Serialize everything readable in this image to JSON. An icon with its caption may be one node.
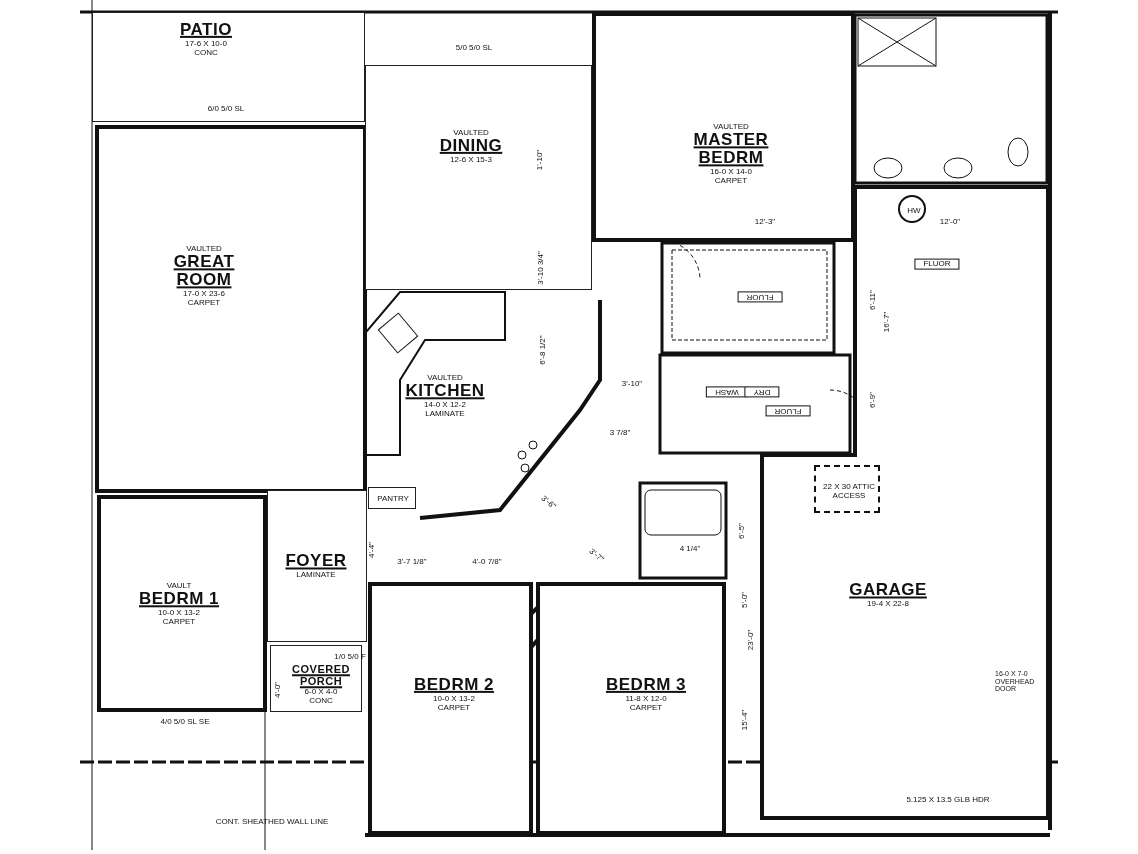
{
  "diagram": {
    "nodes": [
      {
        "text": [
          "PATIO",
          "17-6 X 10-0",
          "CONC"
        ]
      },
      {
        "text": [
          "VAULTED",
          "GREAT ROOM",
          "17-0 X 23-6",
          "CARPET"
        ]
      },
      {
        "text": [
          "VAULTED",
          "DINING",
          "12-6 X 15-3"
        ]
      },
      {
        "text": [
          "VAULTED",
          "MASTER BEDRM",
          "16-0 X 14-0",
          "CARPET"
        ]
      },
      {
        "text": [
          "VAULTED",
          "KITCHEN",
          "14-0 X 12-2",
          "LAMINATE"
        ]
      },
      {
        "text": [
          "PANTRY"
        ],
        "in": 4
      },
      {
        "text": [
          "FOYER",
          "LAMINATE"
        ]
      },
      {
        "text": [
          "VAULT",
          "BEDRM 1",
          "10-0 X 13-2",
          "CARPET"
        ]
      },
      {
        "text": [
          "COVERED PORCH",
          "6-0 X 4-0",
          "CONC"
        ]
      },
      {
        "text": [
          "BEDRM 2",
          "10-0 X 13-2",
          "CARPET"
        ]
      },
      {
        "text": [
          "BEDRM 3",
          "11-8 X 12-0",
          "CARPET"
        ]
      },
      {
        "text": [
          "GARAGE",
          "19-4 X 22-8"
        ]
      },
      {
        "text": [
          "HW"
        ],
        "in": 11
      },
      {
        "text": [
          "22 X 30 ATTIC ACCESS"
        ],
        "in": 11
      }
    ],
    "labels": [
      "5/0 5/0 SL",
      "6/0 5/0 SL",
      "1'-10\"",
      "3'-10 3/4\"",
      "12'-3\"",
      "12'-0\"",
      "FLUOR",
      "FLUOR",
      "6'-11\"",
      "16'-7\"",
      "6'-8 1/2\"",
      "3'-10\"",
      "WASH",
      "DRY",
      "FLUOR",
      "6'-9\"",
      "3 7/8\"",
      "3'-6\"",
      "6'-5\"",
      "3'-7 1/8\"",
      "4'-0 7/8\"",
      "4'-4\"",
      "3'-7\"",
      "4 1/4\"",
      "5'-0\"",
      "23'-0\"",
      "16-0 X 7-0 OVERHEAD DOOR",
      "1/0 5/0 F",
      "4'-0\"",
      "4/0 5/0 SL SE",
      "15'-4\"",
      "5.125 X 13.5 GLB HDR",
      "CONT. SHEATHED WALL LINE"
    ]
  }
}
